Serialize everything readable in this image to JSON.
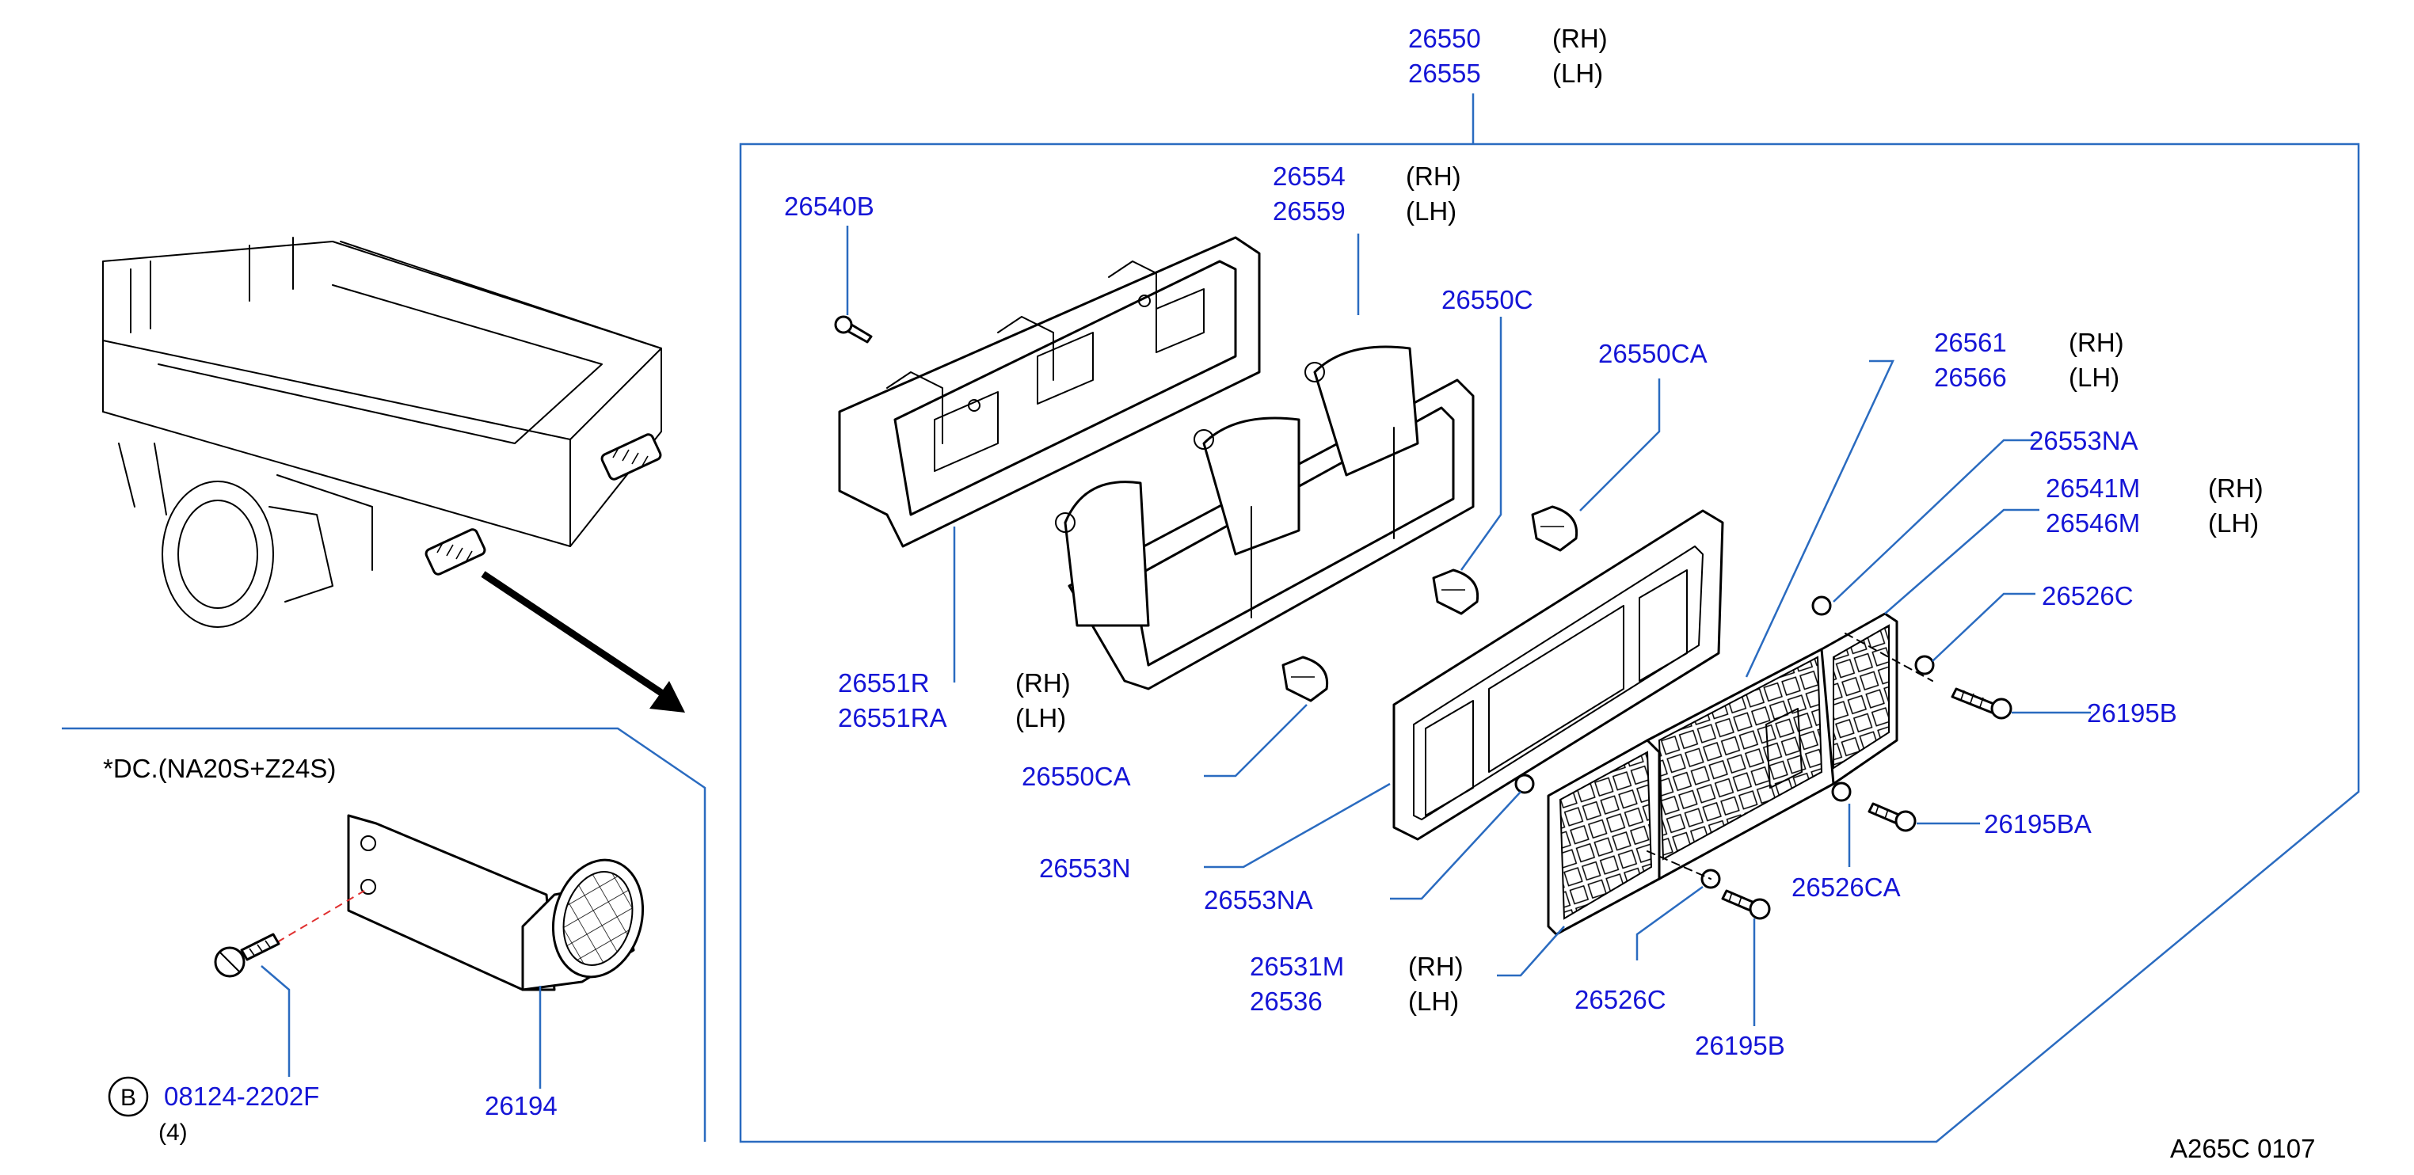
{
  "colors": {
    "part_number": "#1515d6",
    "leader": "#2a6bc0",
    "text": "#000000"
  },
  "variant_note": "*DC.(NA20S+Z24S)",
  "diagram_code": "A265C   0107",
  "labels": {
    "main_rh": "26550",
    "main_lh": "26555",
    "rh": "(RH)",
    "lh": "(LH)",
    "p26540b": "26540B",
    "p26554": "26554",
    "p26559": "26559",
    "p26550c": "26550C",
    "p26550ca_top": "26550CA",
    "p26561": "26561",
    "p26566": "26566",
    "p26553na_top": "26553NA",
    "p26541m": "26541M",
    "p26546m": "26546M",
    "p26526c_right": "26526C",
    "p26195b_right": "26195B",
    "p26195ba": "26195BA",
    "p26526ca": "26526CA",
    "p26551r": "26551R",
    "p26551ra": "26551RA",
    "p26550ca_bottom": "26550CA",
    "p26553n": "26553N",
    "p26553na_bottom": "26553NA",
    "p26531m": "26531M",
    "p26536": "26536",
    "p26526c_bottom": "26526C",
    "p26195b_bottom": "26195B",
    "p08124": "08124-2202F",
    "bolt_marker": "B",
    "bolt_qty": "(4)",
    "p26194": "26194"
  }
}
